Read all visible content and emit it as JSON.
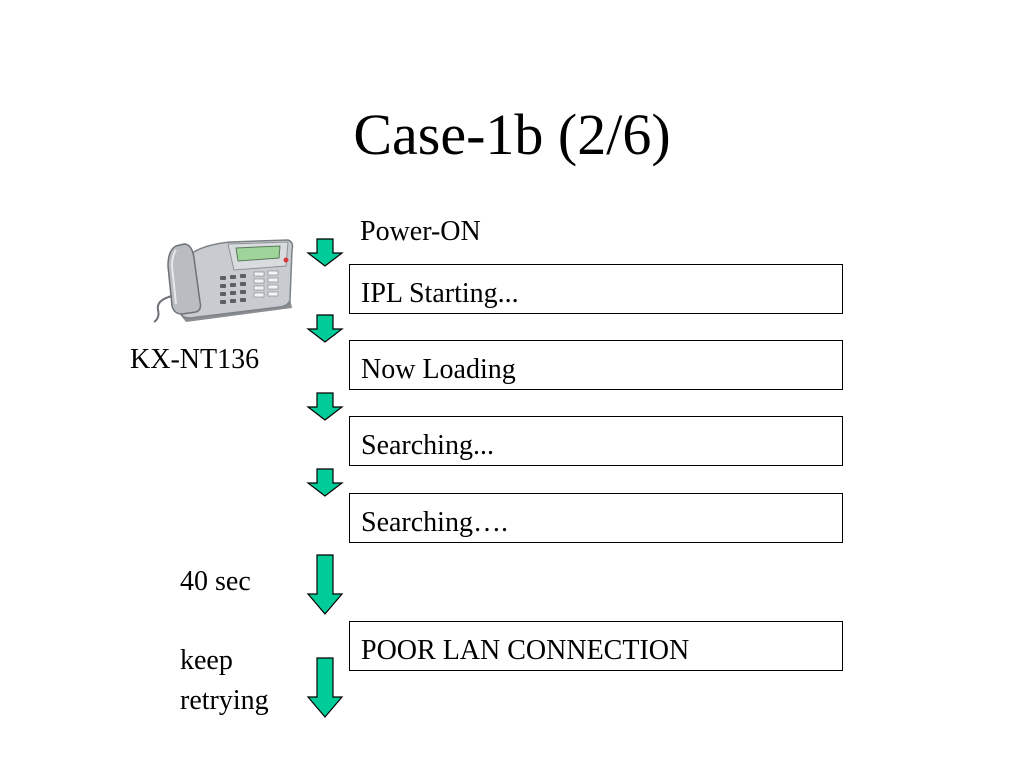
{
  "slide": {
    "title": "Case-1b (2/6)",
    "device_label": "KX-NT136",
    "power_on_label": "Power-ON",
    "delay_label": "40 sec",
    "retry_label_line1": "keep",
    "retry_label_line2": "retrying"
  },
  "display_messages": [
    "IPL Starting...",
    "Now Loading",
    "Searching...",
    "Searching….",
    "POOR LAN CONNECTION"
  ],
  "colors": {
    "arrow_fill": "#00cc99",
    "arrow_stroke": "#000000",
    "box_border": "#000000",
    "phone_body": "#c8ccd0",
    "phone_screen": "#9fd59b"
  },
  "icons": [
    "ip-phone-icon",
    "down-arrow-icon"
  ]
}
